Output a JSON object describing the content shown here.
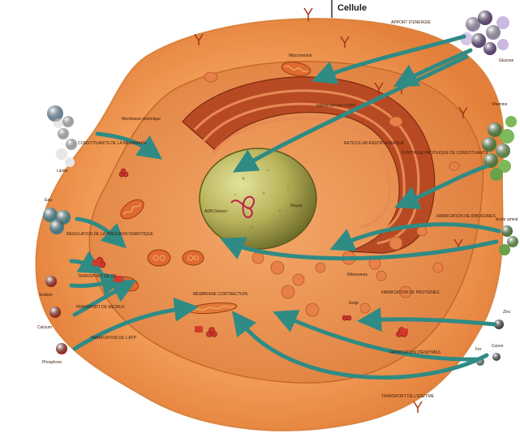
{
  "diagram": {
    "title": "Cellule",
    "labels": {
      "apport_energie": "APPORT D'ENERGIE",
      "glucose": "Glucose",
      "mitochondrie": "Mitochondrie",
      "membrane_plasmique": "Membrane plasmique",
      "constituants_membrane": "CONSTITUANTS DE LA MEMBRANE",
      "lipide": "Lipide",
      "fabrication_atp": "FABRICATION D'ATP",
      "reticulum": "RETICULUM ENDOPLASMIQUE",
      "noyau": "Noyau",
      "adn_genes": "ADN Gènes",
      "synthese_proteines": "SYNTHESE PROTEIQUE DE CONSTITUANTS",
      "vitamine": "Vitamine",
      "fabrication_ribosomes": "FABRICATION DE RIBOSOMES",
      "acide_amine": "Acide aminé",
      "reglementation": "REGULATION DE LA PRESSION OSMOTIQUE",
      "eau": "Eau",
      "transport_o2": "TRANSPORT DE O2",
      "sodium": "Sodium",
      "transport_metaux": "TRANSPORT DE METAUX",
      "calcium": "Calcium",
      "fabrication_atp2": "FABRICATION DE L'ATP",
      "phosphore": "Phosphore",
      "membrane_contraction": "MEMBRANE CONTRACTION",
      "fabrication_proteines": "FABRICATION DE PROTEINES",
      "zinc": "Zinc",
      "fer": "Fer",
      "cuivre": "Cuivre",
      "transport_enzyme": "TRANSPORT DE L'ENZYME",
      "fabrication_enzymes": "FABRICATION D'ENZYMES",
      "ribosomes": "Ribosomes",
      "golgi": "Golgi"
    },
    "colors": {
      "outer": "#f3a35e",
      "cyto": "#ec8f4a",
      "er": "#b84a23",
      "nucleus": "#a8a54a",
      "arrow": "#2f8b84",
      "sphere_blue": "#8fb6d4",
      "sphere_purple": "#7a5a9a",
      "sphere_green": "#6aa04a",
      "sphere_red": "#c8362a",
      "sphere_teal": "#5aa8b0"
    }
  }
}
